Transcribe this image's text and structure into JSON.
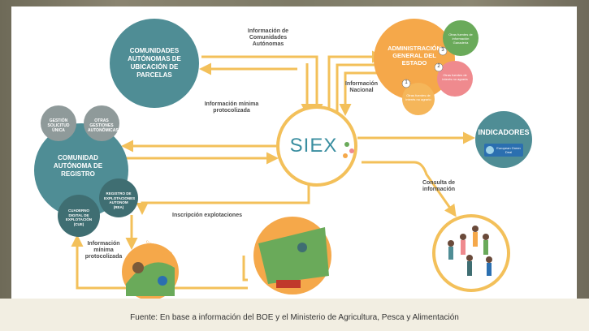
{
  "nodes": {
    "ccaa_ubicacion": "COMUNIDADES AUTÓNOMAS DE UBICACIÓN DE PARCELAS",
    "age": "ADMINISTRACIÓN GENERAL DEL ESTADO",
    "otras_fuentes_1": "Otras fuentes de información Ganaderia",
    "otras_fuentes_2": "Otras fuentes de interés no agraria",
    "otras_fuentes_3": "Otras fuentes de interés no agrario",
    "indicadores": "INDICADORES",
    "european_green_deal": "European Green Deal",
    "comunidad_registro": "COMUNIDAD AUTÓNOMA DE REGISTRO",
    "gestion_solicitud": "GESTIÓN SOLICITUD ÚNICA",
    "otras_gestiones": "OTRAS GESTIONES AUTONÓMICAS",
    "registro_explotaciones": "REGISTRO DE EXPLOTACIONES AUTONOM (REA)",
    "cuaderno_digital": "CUADERNO DIGITAL DE EXPLOTACIÓN (CUE)",
    "cuaderno_curve": "Cuaderno Digital de Explotación",
    "siex": "SIEX"
  },
  "badges": [
    "1",
    "2",
    "3"
  ],
  "edge_labels": {
    "info_ccaa": "Información de Comunidades Autónomas",
    "info_nacional": "Información Nacional",
    "info_min_1": "Información mínima protocolizada",
    "info_min_2": "Información mínima protocolizada",
    "consulta": "Consulta de información",
    "inscripcion": "Inscripción explotaciones"
  },
  "caption": "Fuente: En base a información del BOE y el Ministerio de Agricultura, Pesca y Alimentación",
  "colors": {
    "teal": "#4f8d95",
    "dark_teal": "#3f6e72",
    "gray_circle": "#8f9a9a",
    "orange": "#f5a84a",
    "arrow": "#f3c05a",
    "green": "#6aaa5a",
    "pink": "#ef8a8e",
    "siex_text": "#3a8ea0"
  }
}
